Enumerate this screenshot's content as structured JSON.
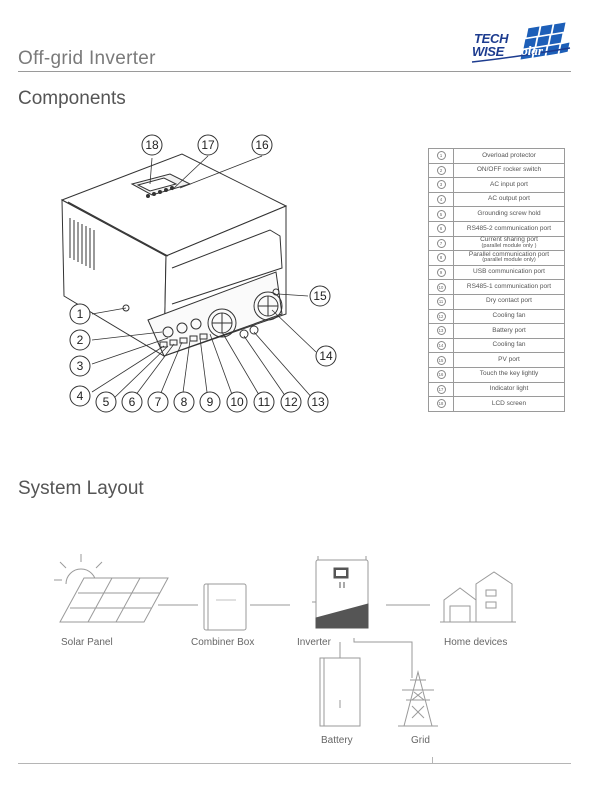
{
  "header": {
    "title": "Off-grid Inverter",
    "logo_top": "TECH",
    "logo_bottom": "WISE",
    "logo_script": "Solar"
  },
  "sections": {
    "components": "Components",
    "system_layout": "System Layout"
  },
  "callouts": [
    "1",
    "2",
    "3",
    "4",
    "5",
    "6",
    "7",
    "8",
    "9",
    "10",
    "11",
    "12",
    "13",
    "14",
    "15",
    "16",
    "17",
    "18"
  ],
  "components": [
    {
      "no": "1",
      "name": "Overload protector"
    },
    {
      "no": "2",
      "name": "ON/OFF rocker switch"
    },
    {
      "no": "3",
      "name": "AC input port"
    },
    {
      "no": "4",
      "name": "AC output port"
    },
    {
      "no": "5",
      "name": "Grounding screw hold"
    },
    {
      "no": "6",
      "name": "RS485-2 communication port"
    },
    {
      "no": "7",
      "name": "Current sharing port",
      "sub": "(parallel module only )"
    },
    {
      "no": "8",
      "name": "Parallel communication port",
      "sub": "(parallel module only)"
    },
    {
      "no": "9",
      "name": "USB communication port"
    },
    {
      "no": "10",
      "name": "RS485-1 communication port"
    },
    {
      "no": "11",
      "name": "Dry contact port"
    },
    {
      "no": "12",
      "name": "Cooling fan"
    },
    {
      "no": "13",
      "name": "Battery port"
    },
    {
      "no": "14",
      "name": "Cooling fan"
    },
    {
      "no": "15",
      "name": "PV port"
    },
    {
      "no": "16",
      "name": "Touch the key lightly"
    },
    {
      "no": "17",
      "name": "Indicator light"
    },
    {
      "no": "18",
      "name": "LCD screen"
    }
  ],
  "layout_labels": {
    "solar_panel": "Solar Panel",
    "combiner_box": "Combiner Box",
    "inverter": "Inverter",
    "home_devices": "Home devices",
    "battery": "Battery",
    "grid": "Grid"
  }
}
